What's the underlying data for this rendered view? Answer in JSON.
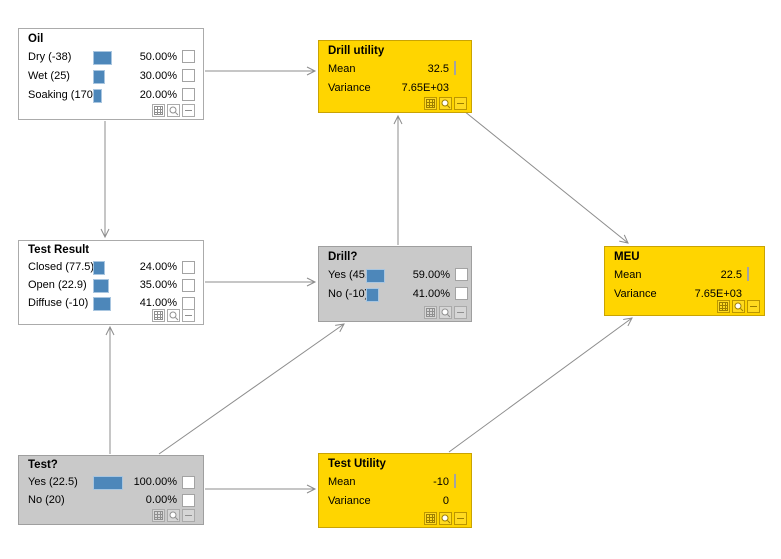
{
  "diagram": {
    "colors": {
      "chance_fill": "#ffffff",
      "decision_fill": "#c9c9c9",
      "utility_fill": "#ffd500",
      "utility_border": "#c9a303",
      "node_border": "#ababab",
      "bar_fill": "#4d87ba",
      "bar_border": "#a9c6e0",
      "arrow": "#8c8c8c"
    },
    "nodes": {
      "oil": {
        "type": "chance",
        "title": "Oil",
        "states": [
          {
            "label": "Dry (-38)",
            "pct": 50,
            "pct_label": "50.00%"
          },
          {
            "label": "Wet (25)",
            "pct": 30,
            "pct_label": "30.00%"
          },
          {
            "label": "Soaking (170)",
            "pct": 20,
            "pct_label": "20.00%"
          }
        ]
      },
      "test_result": {
        "type": "chance",
        "title": "Test Result",
        "states": [
          {
            "label": "Closed (77.5)",
            "pct": 24,
            "pct_label": "24.00%"
          },
          {
            "label": "Open (22.9)",
            "pct": 35,
            "pct_label": "35.00%"
          },
          {
            "label": "Diffuse (-10)",
            "pct": 41,
            "pct_label": "41.00%"
          }
        ]
      },
      "test": {
        "type": "decision",
        "title": "Test?",
        "states": [
          {
            "label": "Yes (22.5)",
            "pct": 100,
            "pct_label": "100.00%"
          },
          {
            "label": "No (20)",
            "pct": 0,
            "pct_label": "0.00%"
          }
        ]
      },
      "drill": {
        "type": "decision",
        "title": "Drill?",
        "states": [
          {
            "label": "Yes (45.1)",
            "pct": 59,
            "pct_label": "59.00%"
          },
          {
            "label": "No (-10)",
            "pct": 41,
            "pct_label": "41.00%"
          }
        ]
      },
      "drill_utility": {
        "type": "utility",
        "title": "Drill utility",
        "rows": [
          {
            "label": "Mean",
            "value": "32.5"
          },
          {
            "label": "Variance",
            "value": "7.65E+03"
          }
        ]
      },
      "test_utility": {
        "type": "utility",
        "title": "Test Utility",
        "rows": [
          {
            "label": "Mean",
            "value": "-10"
          },
          {
            "label": "Variance",
            "value": "0"
          }
        ]
      },
      "meu": {
        "type": "utility",
        "title": "MEU",
        "rows": [
          {
            "label": "Mean",
            "value": "22.5"
          },
          {
            "label": "Variance",
            "value": "7.65E+03"
          }
        ]
      }
    },
    "edges": [
      {
        "from": "oil",
        "to": "drill_utility"
      },
      {
        "from": "oil",
        "to": "test_result"
      },
      {
        "from": "test_result",
        "to": "drill"
      },
      {
        "from": "test",
        "to": "test_result"
      },
      {
        "from": "test",
        "to": "drill"
      },
      {
        "from": "test",
        "to": "test_utility"
      },
      {
        "from": "drill",
        "to": "drill_utility"
      },
      {
        "from": "drill_utility",
        "to": "meu"
      },
      {
        "from": "test_utility",
        "to": "meu"
      }
    ]
  }
}
